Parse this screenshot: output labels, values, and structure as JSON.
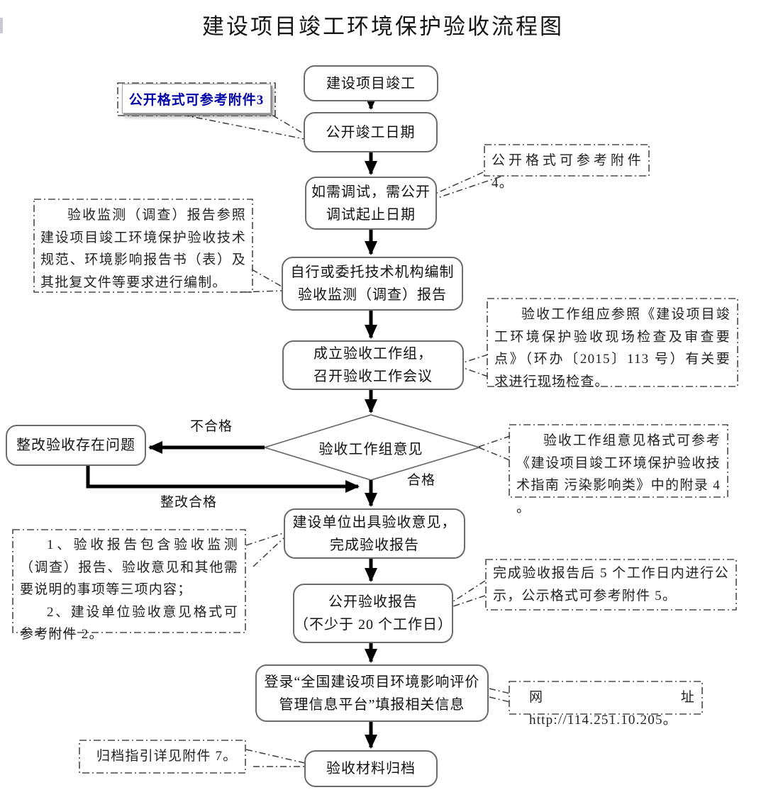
{
  "title": "建设项目竣工环境保护验收流程图",
  "colors": {
    "note_blue": "#0000a8",
    "box_border": "#6b6b6b",
    "arrow": "#000000"
  },
  "nodes": {
    "start": {
      "label": "建设项目竣工"
    },
    "publish_date": {
      "label": "公开竣工日期"
    },
    "debug": {
      "line1": "如需调试，需公开",
      "line2": "调试起止日期"
    },
    "prepare": {
      "line1": "自行或委托技术机构编制",
      "line2": "验收监测（调查）报告"
    },
    "workgroup": {
      "line1": "成立验收工作组，",
      "line2": "召开验收工作会议"
    },
    "decision": {
      "label": "验收工作组意见"
    },
    "rectify": {
      "label": "整改验收存在问题"
    },
    "opinion": {
      "line1": "建设单位出具验收意见，",
      "line2": "完成验收报告"
    },
    "publish_report": {
      "line1": "公开验收报告",
      "line2": "（不少于 20 个工作日）"
    },
    "platform": {
      "line1": "登录“全国建设项目环境影响评价",
      "line2": "管理信息平台”填报相关信息"
    },
    "archive": {
      "label": "验收材料归档"
    }
  },
  "edges": {
    "fail": "不合格",
    "pass": "合格",
    "rectified": "整改合格"
  },
  "notes": {
    "attachment3": "公开格式可参考附件3",
    "attachment4": "公开格式可参考附件 4。",
    "report_basis": "验收监测（调查）报告参照建设项目竣工环境保护验收技术规范、环境影响报告书（表）及其批复文件等要求进行编制。",
    "site_check": "验收工作组应参照《建设项目竣工环境保护验收现场检查及审查要点》（环办〔2015〕113 号）有关要求进行现场检查。",
    "opinion_format": "验收工作组意见格式可参考《建设项目竣工环境保护验收技术指南 污染影响类》中的附录 4 。",
    "report_contents_1": "1、验收报告包含验收监测（调查）报告、验收意见和其他需要说明的事项等三项内容；",
    "report_contents_2": "2、建设单位验收意见格式可参考附件 2。",
    "publicity": "完成验收报告后 5 个工作日内进行公示，公示格式可参考附件 5。",
    "website": "网址 http://114.251.10.205。",
    "archive_guide": "归档指引详见附件 7。"
  }
}
